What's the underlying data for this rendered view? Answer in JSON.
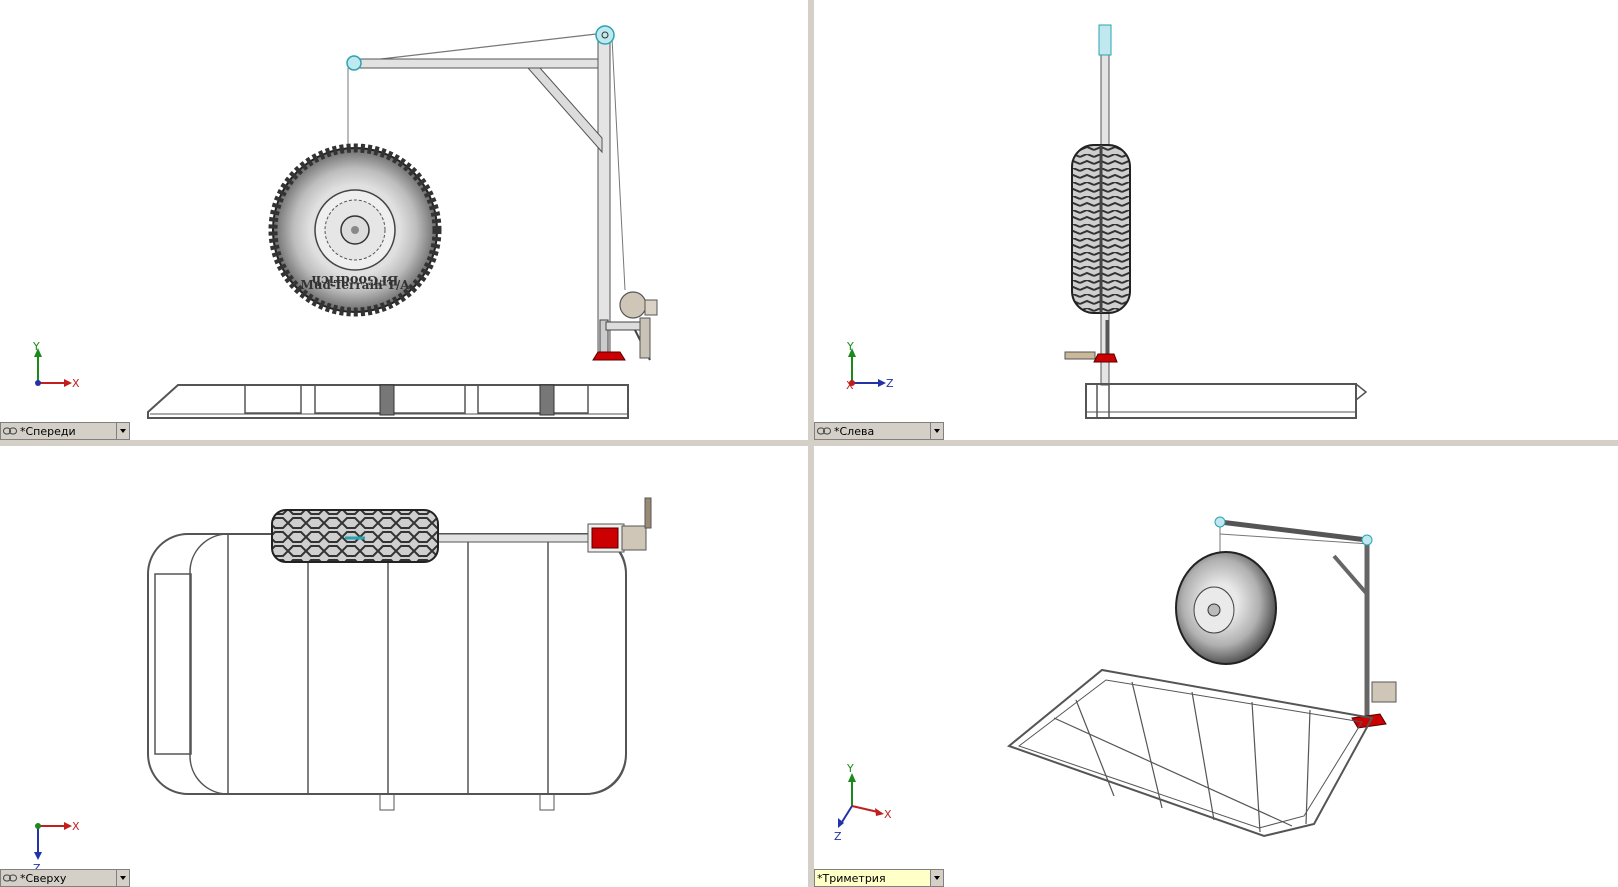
{
  "views": {
    "front": {
      "label": "*Спереди",
      "axes": {
        "up": "Y",
        "right": "X"
      }
    },
    "left": {
      "label": "*Слева",
      "axes": {
        "up": "Y",
        "right": "Z",
        "third": "X"
      }
    },
    "top": {
      "label": "*Сверху",
      "axes": {
        "down": "Z",
        "right": "X"
      }
    },
    "trimetric": {
      "label": "*Триметрия",
      "axes": {
        "up": "Y",
        "right": "X",
        "third": "Z"
      }
    }
  },
  "tire_text": {
    "brand": "BFGoodrich",
    "model": "Mud-Terrain T/A"
  },
  "colors": {
    "background": "#ffffff",
    "frame": "#d4d0c8",
    "accent_red": "#cc0000",
    "cyan": "#40c0d0",
    "active_tab": "#ffffc8"
  }
}
